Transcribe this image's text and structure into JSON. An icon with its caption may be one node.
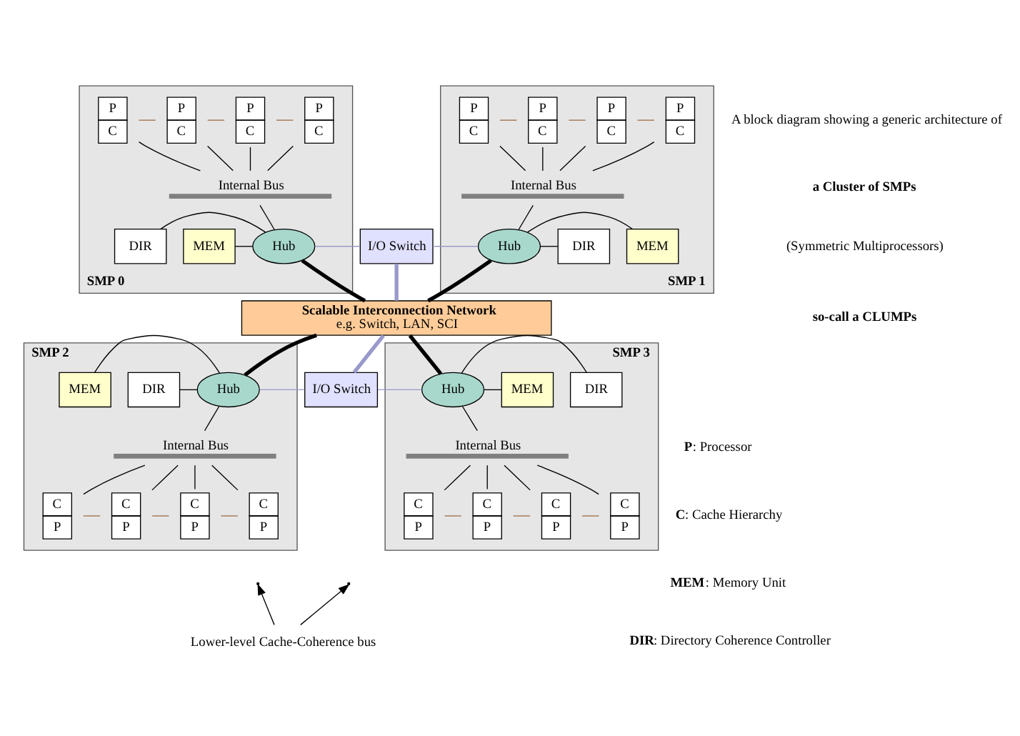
{
  "diagram": {
    "nodes": [
      {
        "text": [
          "SMP 0"
        ]
      },
      {
        "text": [
          "P",
          "C"
        ],
        "in": 0
      },
      {
        "text": [
          "P",
          "C"
        ],
        "in": 0
      },
      {
        "text": [
          "P",
          "C"
        ],
        "in": 0
      },
      {
        "text": [
          "P",
          "C"
        ],
        "in": 0
      },
      {
        "text": [
          "Internal Bus"
        ],
        "in": 0
      },
      {
        "text": [
          "MEM"
        ],
        "in": 0
      },
      {
        "text": [
          "Hub"
        ],
        "in": 0
      },
      {
        "text": [
          "DIR"
        ],
        "in": 0
      },
      {
        "text": [
          "I/O Switch"
        ]
      },
      {
        "text": [
          "SMP 1"
        ]
      },
      {
        "text": [
          "P",
          "C"
        ],
        "in": 10
      },
      {
        "text": [
          "P",
          "C"
        ],
        "in": 10
      },
      {
        "text": [
          "P",
          "C"
        ],
        "in": 10
      },
      {
        "text": [
          "P",
          "C"
        ],
        "in": 10
      },
      {
        "text": [
          "Internal Bus"
        ],
        "in": 10
      },
      {
        "text": [
          "Hub"
        ],
        "in": 10
      },
      {
        "text": [
          "MEM"
        ],
        "in": 10
      },
      {
        "text": [
          "DIR"
        ],
        "in": 10
      },
      {
        "text": [
          "Scalable Interconnection Network",
          "e.g. Switch, LAN, SCI"
        ]
      },
      {
        "text": [
          "SMP 2"
        ]
      },
      {
        "text": [
          "DIR"
        ],
        "in": 20
      },
      {
        "text": [
          "Hub"
        ],
        "in": 20
      },
      {
        "text": [
          "MEM"
        ],
        "in": 20
      },
      {
        "text": [
          "Internal Bus"
        ],
        "in": 20
      },
      {
        "text": [
          "C",
          "P"
        ],
        "in": 20
      },
      {
        "text": [
          "C",
          "P"
        ],
        "in": 20
      },
      {
        "text": [
          "C",
          "P"
        ],
        "in": 20
      },
      {
        "text": [
          "C",
          "P"
        ],
        "in": 20
      },
      {
        "text": [
          "I/O Switch"
        ]
      },
      {
        "text": [
          "SMP 3"
        ]
      },
      {
        "text": [
          "Hub"
        ],
        "in": 30
      },
      {
        "text": [
          "DIR"
        ],
        "in": 30
      },
      {
        "text": [
          "MEM"
        ],
        "in": 30
      },
      {
        "text": [
          "Internal Bus"
        ],
        "in": 30
      },
      {
        "text": [
          "C",
          "P"
        ],
        "in": 30
      },
      {
        "text": [
          "C",
          "P"
        ],
        "in": 30
      },
      {
        "text": [
          "C",
          "P"
        ],
        "in": 30
      },
      {
        "text": [
          "C",
          "P"
        ],
        "in": 30
      },
      {
        "text": [
          "Lower-level Cache-Coherence bus"
        ]
      }
    ],
    "edges": [
      {
        "from": 1,
        "to": 5,
        "arrow": "none"
      },
      {
        "from": 2,
        "to": 5,
        "arrow": "none"
      },
      {
        "from": 3,
        "to": 5,
        "arrow": "none"
      },
      {
        "from": 4,
        "to": 5,
        "arrow": "none"
      },
      {
        "from": 1,
        "to": 2,
        "arrow": "none",
        "color": "#a0704a"
      },
      {
        "from": 2,
        "to": 3,
        "arrow": "none",
        "color": "#a0704a"
      },
      {
        "from": 3,
        "to": 4,
        "arrow": "none",
        "color": "#a0704a"
      },
      {
        "from": 5,
        "to": 7,
        "arrow": "none"
      },
      {
        "from": 6,
        "to": 7,
        "arrow": "none"
      },
      {
        "from": 8,
        "to": 7,
        "arrow": "none"
      },
      {
        "from": 7,
        "to": 9,
        "arrow": "none",
        "color": "#9999cc"
      },
      {
        "from": 7,
        "to": 19,
        "arrow": "none",
        "style": "thick"
      },
      {
        "from": 11,
        "to": 15,
        "arrow": "none"
      },
      {
        "from": 12,
        "to": 15,
        "arrow": "none"
      },
      {
        "from": 13,
        "to": 15,
        "arrow": "none"
      },
      {
        "from": 14,
        "to": 15,
        "arrow": "none"
      },
      {
        "from": 11,
        "to": 12,
        "arrow": "none",
        "color": "#a0704a"
      },
      {
        "from": 12,
        "to": 13,
        "arrow": "none",
        "color": "#a0704a"
      },
      {
        "from": 13,
        "to": 14,
        "arrow": "none",
        "color": "#a0704a"
      },
      {
        "from": 15,
        "to": 16,
        "arrow": "none"
      },
      {
        "from": 9,
        "to": 16,
        "arrow": "none",
        "color": "#9999cc"
      },
      {
        "from": 16,
        "to": 17,
        "arrow": "none"
      },
      {
        "from": 16,
        "to": 18,
        "arrow": "none"
      },
      {
        "from": 16,
        "to": 19,
        "arrow": "none",
        "style": "thick"
      },
      {
        "from": 9,
        "to": 19,
        "arrow": "none",
        "style": "thick",
        "color": "#9999cc"
      },
      {
        "from": 19,
        "to": 22,
        "arrow": "none",
        "style": "thick"
      },
      {
        "from": 19,
        "to": 29,
        "arrow": "none",
        "style": "thick",
        "color": "#9999cc"
      },
      {
        "from": 19,
        "to": 31,
        "arrow": "none",
        "style": "thick"
      },
      {
        "from": 21,
        "to": 22,
        "arrow": "none"
      },
      {
        "from": 23,
        "to": 22,
        "arrow": "none"
      },
      {
        "from": 22,
        "to": 29,
        "arrow": "none",
        "color": "#9999cc"
      },
      {
        "from": 22,
        "to": 24,
        "arrow": "none"
      },
      {
        "from": 24,
        "to": 25,
        "arrow": "none"
      },
      {
        "from": 24,
        "to": 26,
        "arrow": "none"
      },
      {
        "from": 24,
        "to": 27,
        "arrow": "none"
      },
      {
        "from": 24,
        "to": 28,
        "arrow": "none"
      },
      {
        "from": 25,
        "to": 26,
        "arrow": "none",
        "color": "#a0704a"
      },
      {
        "from": 26,
        "to": 27,
        "arrow": "none",
        "color": "#a0704a"
      },
      {
        "from": 27,
        "to": 28,
        "arrow": "none",
        "color": "#a0704a"
      },
      {
        "from": 29,
        "to": 31,
        "arrow": "none",
        "color": "#9999cc"
      },
      {
        "from": 31,
        "to": 32,
        "arrow": "none"
      },
      {
        "from": 31,
        "to": 33,
        "arrow": "none"
      },
      {
        "from": 31,
        "to": 34,
        "arrow": "none"
      },
      {
        "from": 34,
        "to": 35,
        "arrow": "none"
      },
      {
        "from": 34,
        "to": 36,
        "arrow": "none"
      },
      {
        "from": 34,
        "to": 37,
        "arrow": "none"
      },
      {
        "from": 34,
        "to": 38,
        "arrow": "none"
      },
      {
        "from": 35,
        "to": 36,
        "arrow": "none",
        "color": "#a0704a"
      },
      {
        "from": 36,
        "to": 37,
        "arrow": "none",
        "color": "#a0704a"
      },
      {
        "from": 37,
        "to": 38,
        "arrow": "none",
        "color": "#a0704a"
      },
      {
        "from": 39,
        "to": null,
        "arrow": "to"
      },
      {
        "from": 39,
        "to": null,
        "arrow": "to"
      }
    ],
    "labels": [
      "A block diagram showing a generic architecture of",
      "a Cluster of SMPs",
      "(Symmetric Multiprocessors)",
      "so-call a CLUMPs",
      "**P**: Processor",
      "**C**: Cache Hierarchy",
      "**MEM**: Memory Unit",
      "**DIR**: Directory Coherence Controller"
    ]
  }
}
